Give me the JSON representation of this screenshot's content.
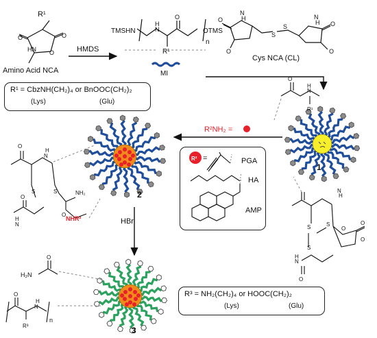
{
  "reactants": {
    "amino_acid_label": "Amino Acid NCA",
    "r1": "R¹",
    "hmds": "HMDS",
    "cys_label": "Cys NCA (CL)",
    "tms_left": "TMSHN",
    "tms_right": "OTMS",
    "n": "n",
    "mi": "MI"
  },
  "r1_box": {
    "line1": "R¹ = CbzNH(CH₂)₄ or BnOOC(CH₂)₂",
    "lys": "(Lys)",
    "glu": "(Glu)"
  },
  "reagent": {
    "r2nh2": "R²NH₂ =",
    "hbr": "HBr",
    "nhr2": "NHR²",
    "nh2": "NH₂",
    "h2n": "H₂N",
    "r3_small": "R³"
  },
  "r2_box": {
    "r2": "R²",
    "eq": "=",
    "pga": "PGA",
    "ha": "HA",
    "amp": "AMP"
  },
  "r3_box": {
    "line1": "R³ = NH₂(CH₂)₄ or HOOC(CH₂)₂",
    "lys": "(Lys)",
    "glu": "(Glu)"
  },
  "compounds": {
    "c1": "1",
    "c2": "2",
    "c3": "3"
  },
  "colors": {
    "blue_arm": "#1f4e9c",
    "green_arm": "#2ca25f",
    "yellow_core": "#f7ef2a",
    "orange_core": "#f08a1a",
    "red_dot": "#e8202a",
    "gray_cap": "#8c8c8c"
  }
}
